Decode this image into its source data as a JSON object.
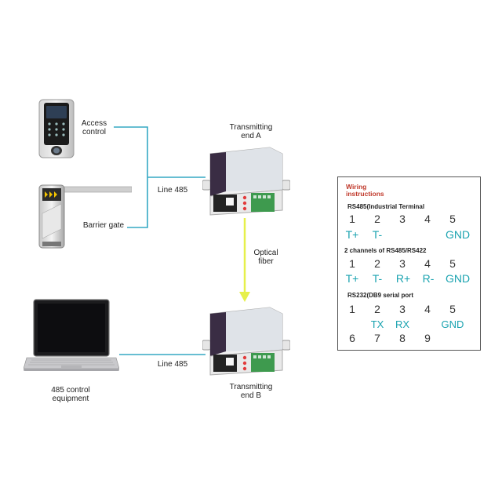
{
  "colors": {
    "line": "#35a9c4",
    "arrow": "#e6f04a",
    "title_red": "#c0392b",
    "signal_teal": "#1aa3b0"
  },
  "labels": {
    "access_control": "Access\ncontrol",
    "barrier_gate": "Barrier gate",
    "line485_top": "Line 485",
    "line485_bottom": "Line 485",
    "tx_end_a": "Transmitting\nend A",
    "tx_end_b": "Transmitting\nend B",
    "optical_fiber": "Optical\nfiber",
    "control_equipment": "485 control\nequipment"
  },
  "wiring": {
    "title": "Wiring\ninstructions",
    "sections": [
      {
        "heading": "RS485(Industrial Terminal",
        "numbers": [
          "1",
          "2",
          "3",
          "4",
          "5"
        ],
        "signals": [
          "T+",
          "T-",
          "",
          "",
          "GND"
        ]
      },
      {
        "heading": "2 channels of RS485/RS422",
        "numbers": [
          "1",
          "2",
          "3",
          "4",
          "5"
        ],
        "signals": [
          "T+",
          "T-",
          "R+",
          "R-",
          "GND"
        ]
      },
      {
        "heading": "RS232(DB9 serial port",
        "numbers": [
          "1",
          "2",
          "3",
          "4",
          "5"
        ],
        "signals": [
          "",
          "TX",
          "RX",
          "",
          "GND"
        ],
        "numbers_row2": [
          "6",
          "7",
          "8",
          "9"
        ]
      }
    ]
  },
  "icons": {
    "access": "access-control-terminal-icon",
    "barrier": "barrier-gate-icon",
    "laptop": "laptop-icon",
    "device": "fiber-converter-device-icon"
  }
}
